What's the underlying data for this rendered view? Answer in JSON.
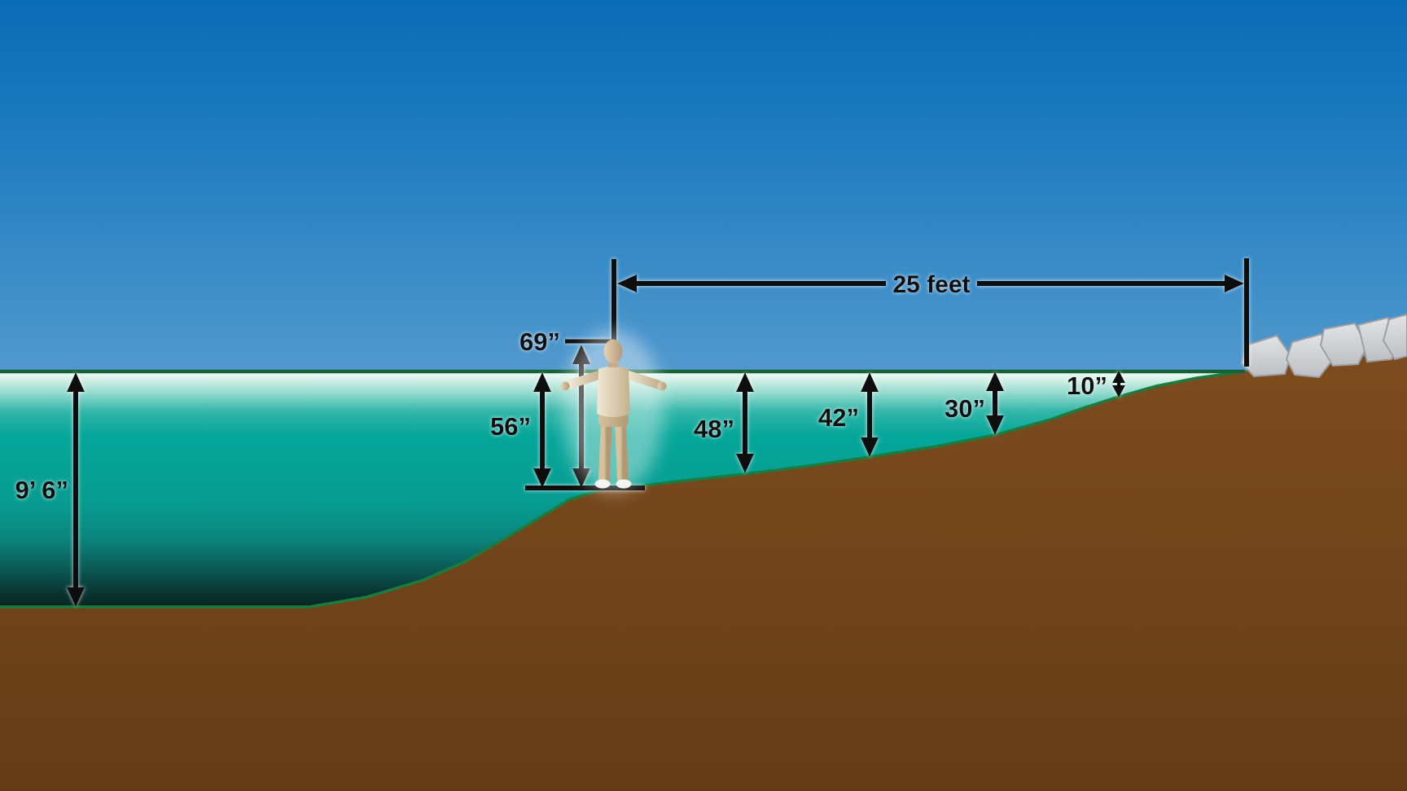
{
  "diagram": {
    "description_of_scene": "cross-section of pond shoreline with depth measurements and person standing in water",
    "colors": {
      "sky_top": "#0a6cb6",
      "sky_bottom": "#b7d7ee",
      "waterline_green": "#176234",
      "water_teal": "#05a297",
      "water_deep": "#071f1d",
      "ground_brown": "#77481d",
      "rock_gray": "#d3d4d8",
      "annotation_black": "#0c0c0c"
    }
  },
  "measurements": {
    "deep": {
      "label": "9’ 6”"
    },
    "person_height": {
      "label": "69”"
    },
    "person_depth": {
      "label": "56”"
    },
    "d48": {
      "label": "48”"
    },
    "d42": {
      "label": "42”"
    },
    "d30": {
      "label": "30”"
    },
    "d10": {
      "label": "10”"
    },
    "span25": {
      "label": "25 feet"
    }
  }
}
